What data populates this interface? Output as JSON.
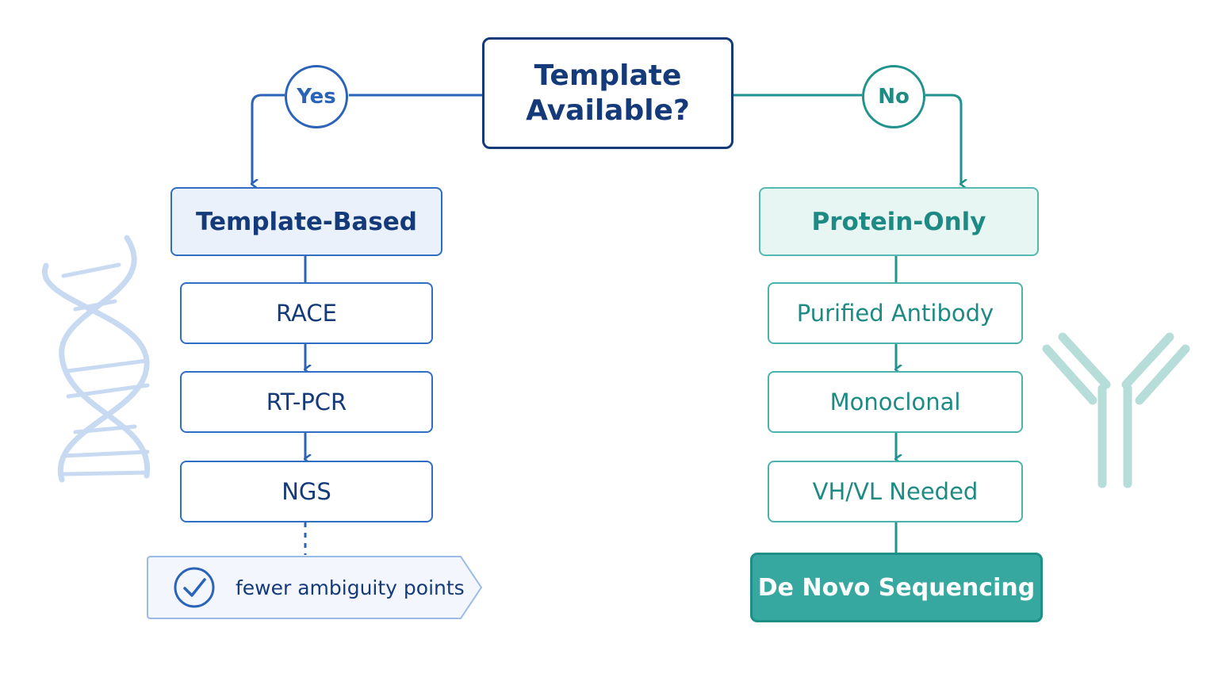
{
  "decision": {
    "line1": "Template",
    "line2": "Available?"
  },
  "branches": {
    "yes_label": "Yes",
    "no_label": "No"
  },
  "left_branch": {
    "heading": "Template-Based",
    "steps": [
      "RACE",
      "RT-PCR",
      "NGS"
    ],
    "note": "fewer ambiguity points"
  },
  "right_branch": {
    "heading": "Protein-Only",
    "steps": [
      "Purified Antibody",
      "Monoclonal",
      "VH/VL Needed"
    ],
    "final": "De Novo Sequencing"
  },
  "colors": {
    "navy": "#143a7a",
    "blue": "#2a63b8",
    "teal": "#21938d",
    "teal_fill": "#36a89f",
    "light_blue_fill": "#eaf1fb",
    "light_teal_fill": "#e7f5f3"
  },
  "icons": {
    "left_decoration": "dna-helix-icon",
    "right_decoration": "antibody-icon",
    "note_icon": "check-circle-icon"
  }
}
